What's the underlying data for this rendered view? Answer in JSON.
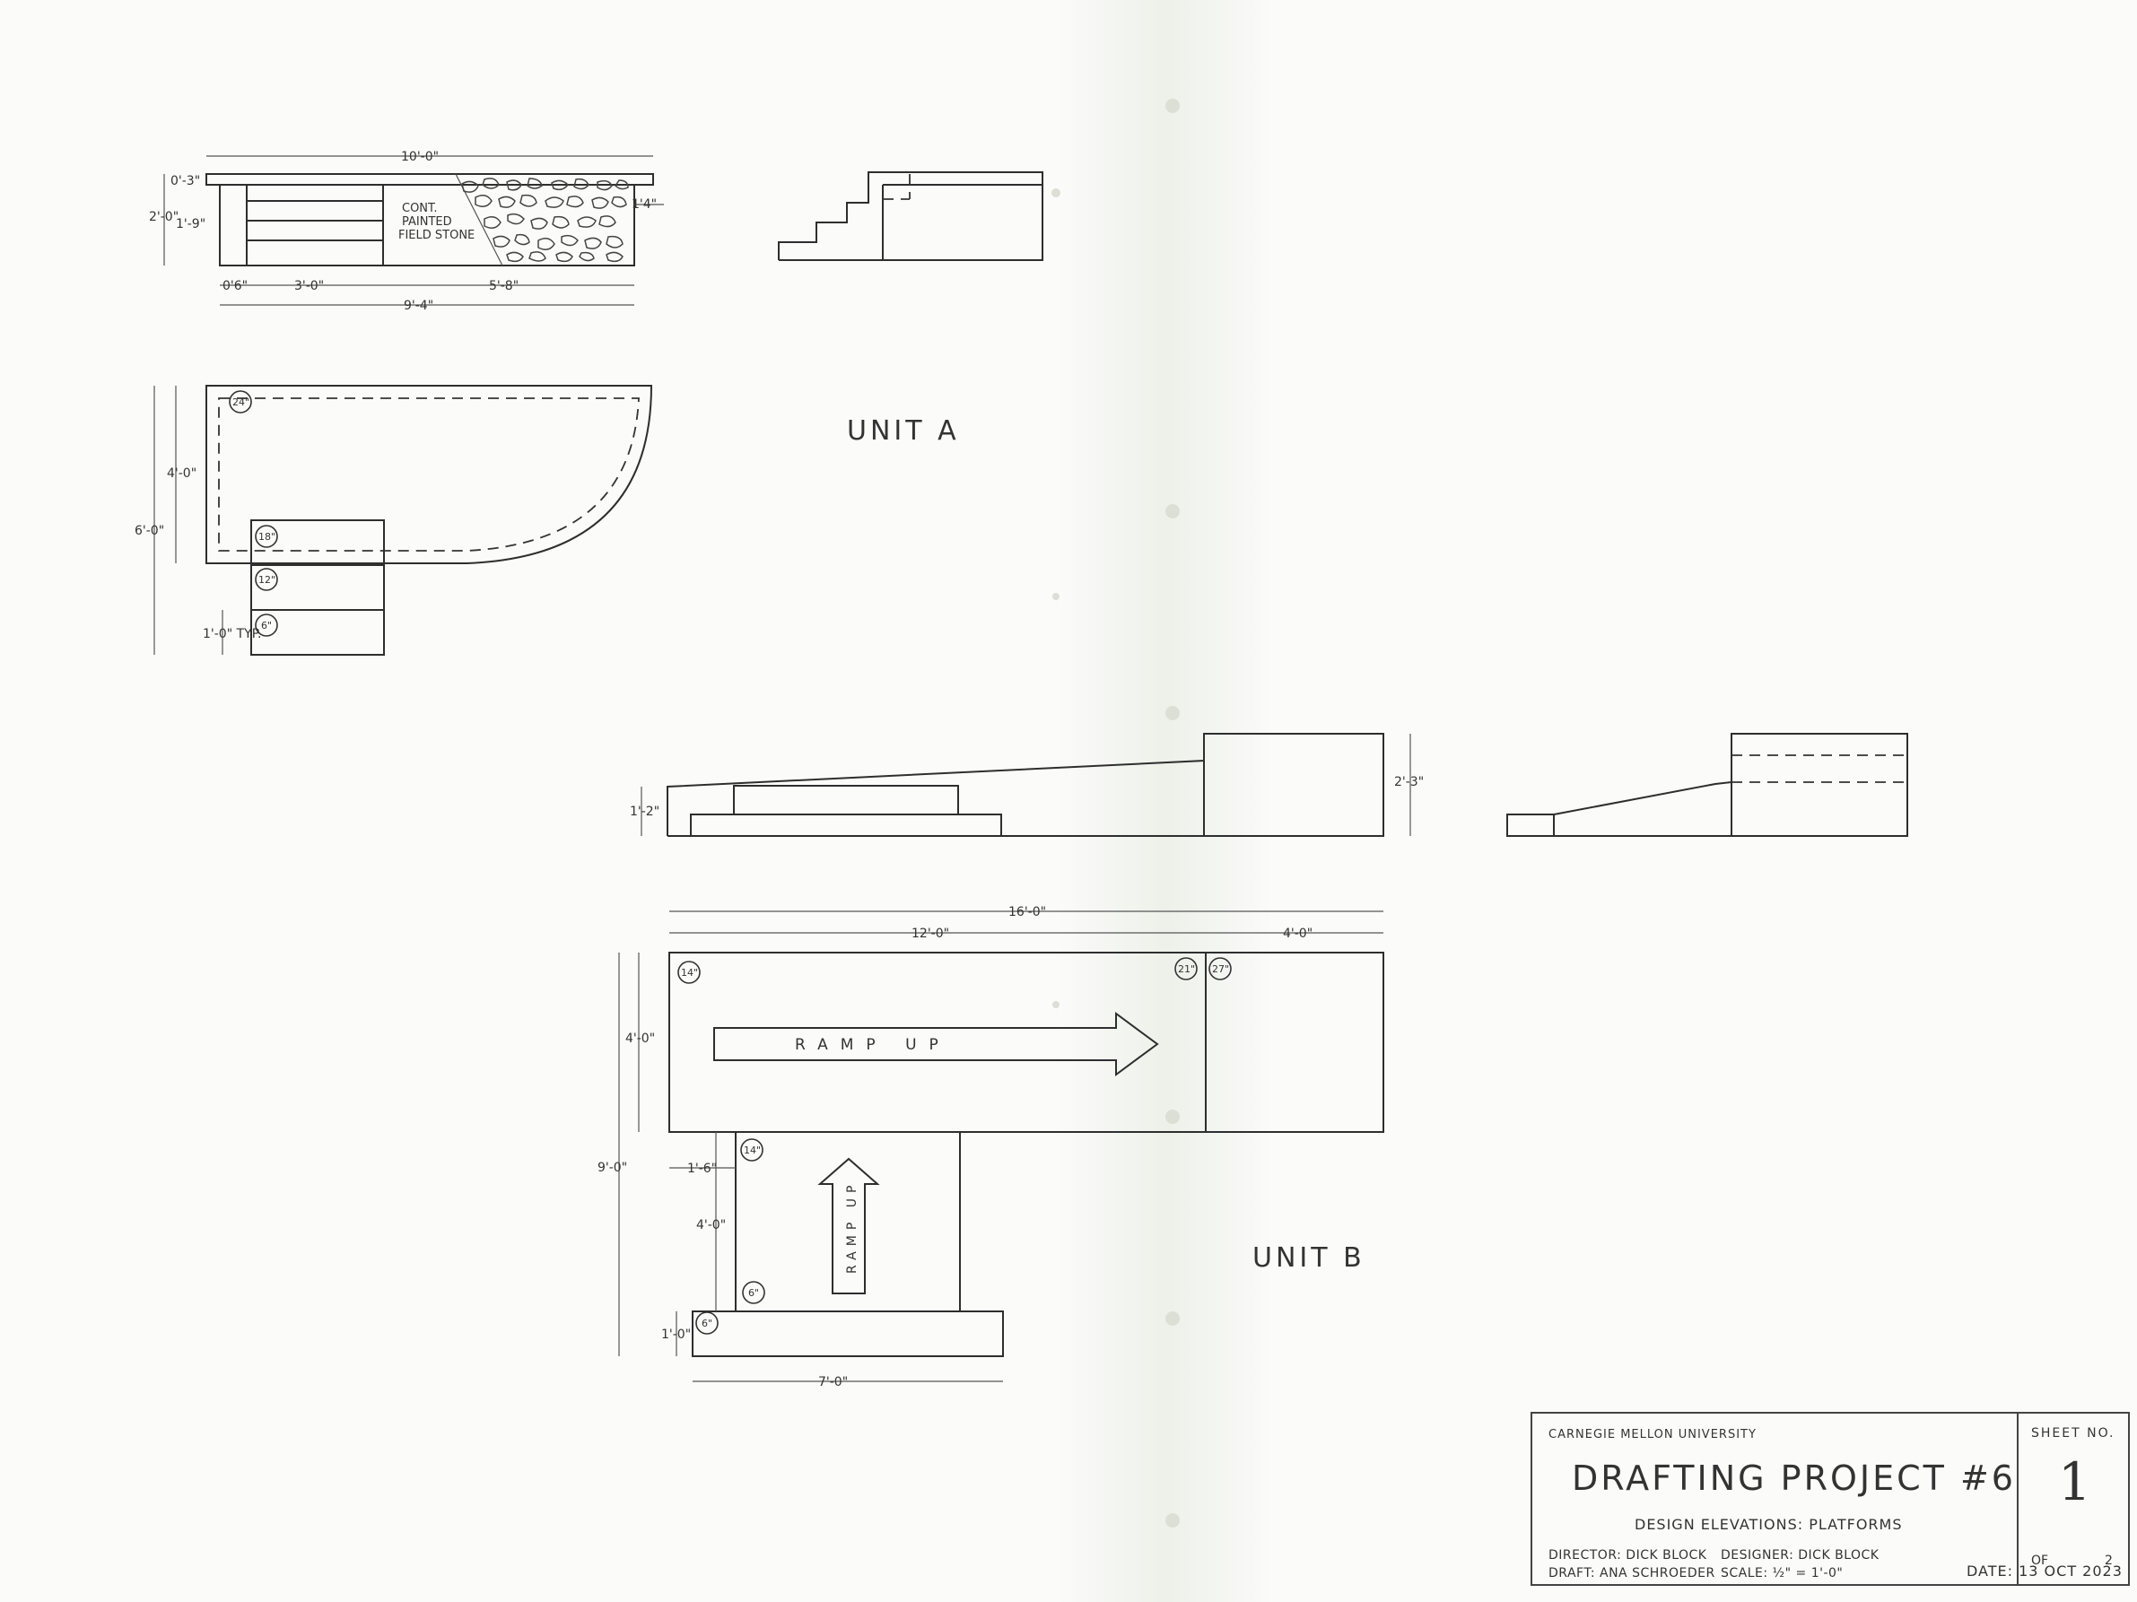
{
  "unit_a": {
    "label": "UNIT A",
    "elevation_dims": {
      "overall_width": "10'-0\"",
      "top_thickness": "0'-3\"",
      "height_total": "2'-0\"",
      "height_lower": "1'-9\"",
      "stair_offset": "0'6\"",
      "stair_width": "3'-0\"",
      "stone_width": "5'-8\"",
      "base_width": "9'-4\"",
      "side_note": "1'4\""
    },
    "stone_note": [
      "CONT.",
      "PAINTED",
      "FIELD STONE"
    ],
    "plan_dims": {
      "depth_upper": "4'-0\"",
      "depth_total": "6'-0\"",
      "step_typ": "1'-0\" TYP."
    },
    "plan_heights": [
      "24\"",
      "18\"",
      "12\"",
      "6\""
    ]
  },
  "unit_b": {
    "label": "UNIT B",
    "elevation_dims": {
      "left_height": "1'-2\"",
      "right_height": "2'-3\""
    },
    "plan_dims": {
      "overall_length": "16'-0\"",
      "ramp_length": "12'-0\"",
      "landing_length": "4'-0\"",
      "main_depth": "4'-0\"",
      "overall_depth": "9'-0\"",
      "offset": "1'-6\"",
      "side_ramp_length": "4'-0\"",
      "bottom_step_depth": "1'-0\"",
      "bottom_step_width": "7'-0\""
    },
    "plan_heights": [
      "14\"",
      "21\"",
      "27\"",
      "14\"",
      "6\"",
      "6\""
    ],
    "ramp_label": "RAMP UP",
    "side_ramp_label": "RAMP UP"
  },
  "title_block": {
    "university": "CARNEGIE MELLON UNIVERSITY",
    "title": "DRAFTING PROJECT #6",
    "subtitle": "DESIGN ELEVATIONS: PLATFORMS",
    "director": "DIRECTOR: DICK BLOCK",
    "designer": "DESIGNER: DICK BLOCK",
    "draft": "DRAFT: ANA SCHROEDER",
    "scale": "SCALE: ½\" = 1'-0\"",
    "sheet_label": "SHEET NO.",
    "sheet_number": "1",
    "of_label": "OF",
    "sheet_total": "2",
    "date": "DATE: 13 OCT 2023"
  }
}
